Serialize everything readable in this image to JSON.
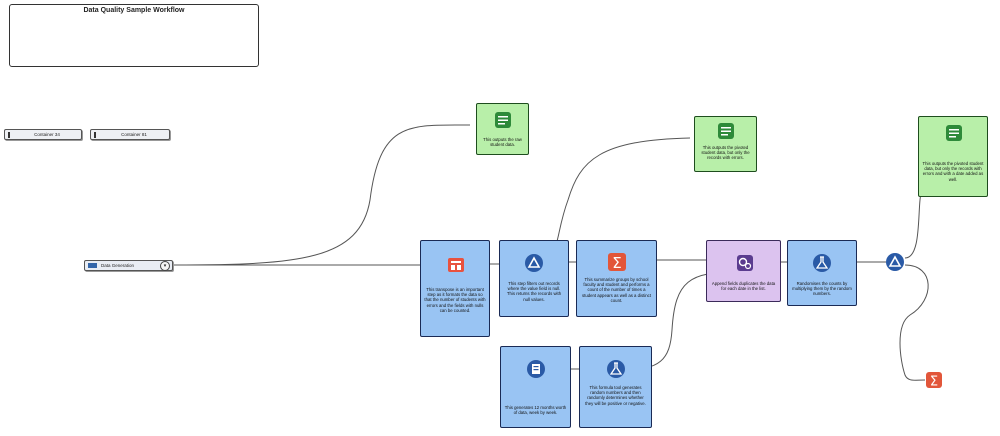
{
  "workflow_title": "Data Quality Sample Workflow",
  "containers": [
    {
      "label": "Container 34"
    },
    {
      "label": "Container 81"
    }
  ],
  "data_generation": {
    "label": "Data Generation",
    "toggle": "▾"
  },
  "nodes": {
    "transpose": {
      "annotation": "This transpose is an important step as it formats the data so that the number of students with errors and the fields with nulls can be counted.",
      "icon": "transpose-icon"
    },
    "filter1": {
      "annotation": "This step filters out records where the value field is null. This returns the records with null values.",
      "icon": "filter-icon"
    },
    "summarize1": {
      "annotation": "This summarize groups by school faculty and student and performs a count of the number of times a student appears as well as a distinct count.",
      "icon": "summarize-icon"
    },
    "append": {
      "annotation": "Append fields duplicates the data for each date in the list.",
      "icon": "append-fields-icon"
    },
    "formula_random": {
      "annotation": "Randomises the counts by multiplying them by the random numbers.",
      "icon": "formula-icon"
    },
    "generate_rows": {
      "annotation": "This generates 12 months worth of data, week by week.",
      "icon": "generate-rows-icon"
    },
    "formula_sign": {
      "annotation": "This formula tool generates random numbers and then randomly determines whether they will be positive or negative.",
      "icon": "formula-icon"
    },
    "browse1": {
      "annotation": "This outputs the raw student data.",
      "icon": "browse-icon"
    },
    "browse2": {
      "annotation": "This outputs the pivoted student data, but only the records with errors.",
      "icon": "browse-icon"
    },
    "browse3": {
      "annotation": "This outputs the pivoted student data, but only the records with errors and with a date added as well.",
      "icon": "browse-icon"
    }
  },
  "colors": {
    "tool_blue": "#99c4f3",
    "tool_green": "#b8efa9",
    "tool_purple": "#dcc3ef",
    "filter_icon": "#2a5aa6",
    "summarize_icon": "#e2563a",
    "connector": "#555555"
  }
}
